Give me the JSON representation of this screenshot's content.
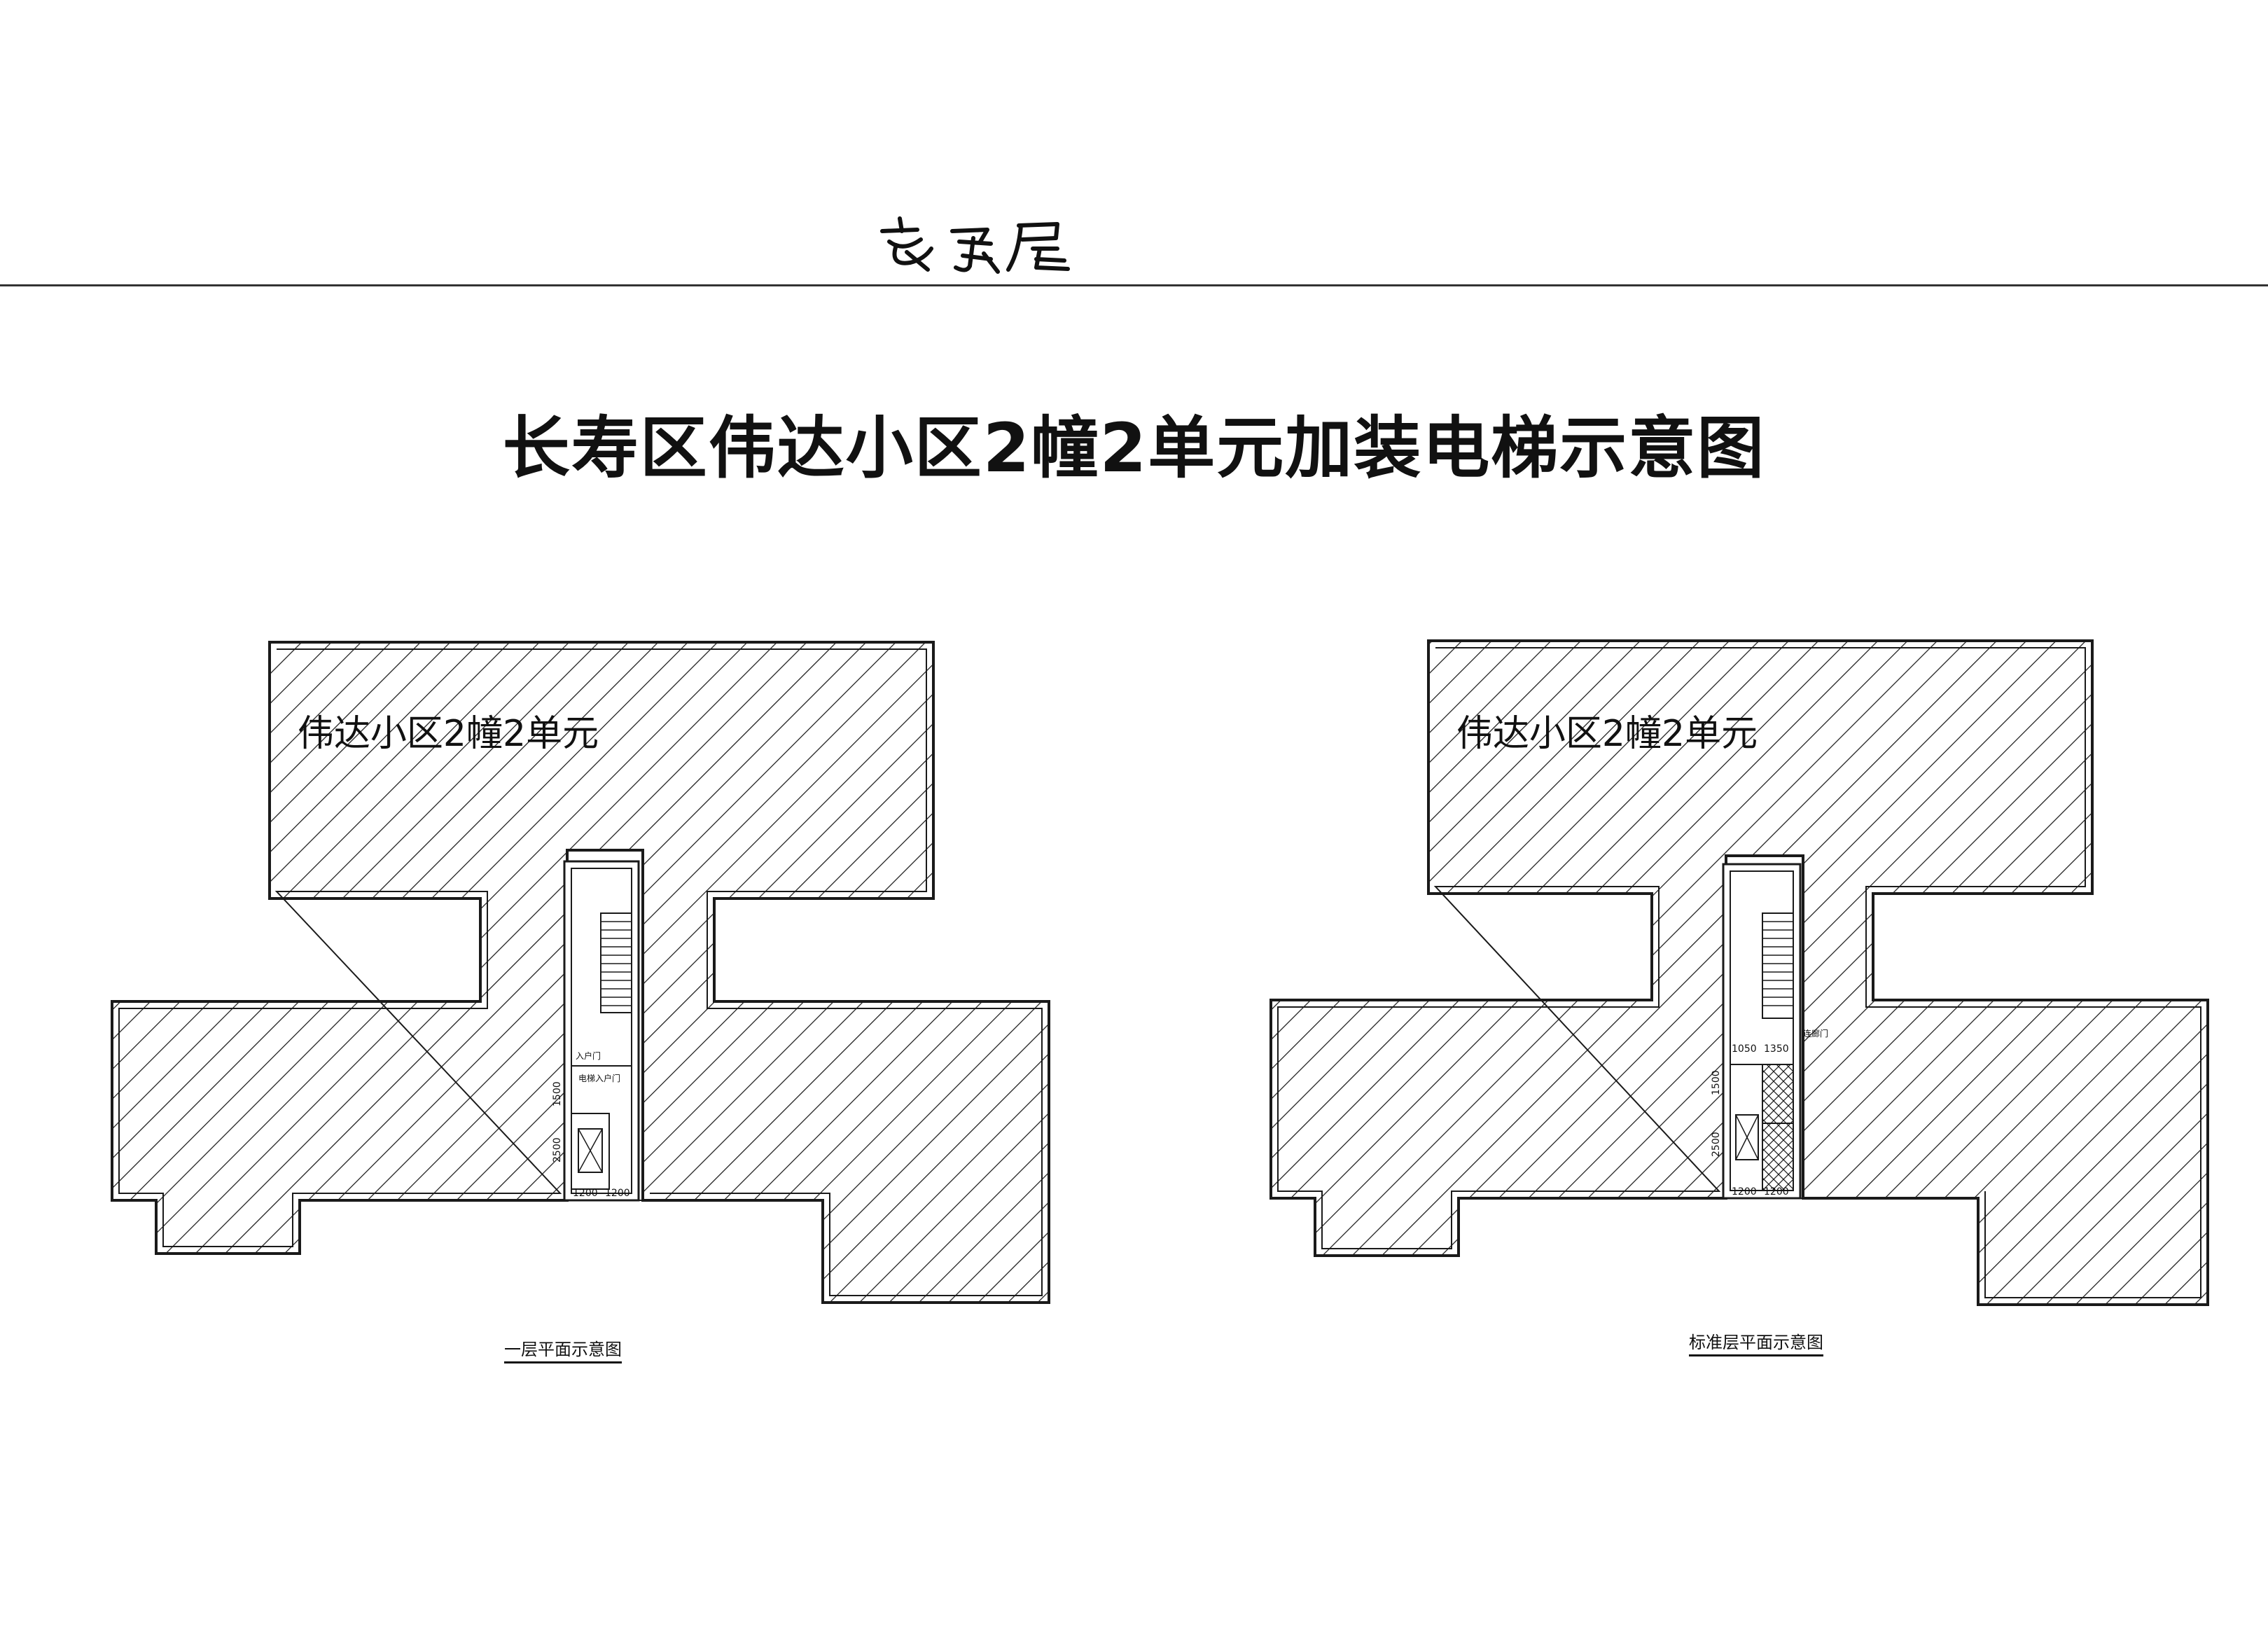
{
  "header": {
    "signature": "变更层",
    "title": "长寿区伟达小区2幢2单元加装电梯示意图"
  },
  "plans": [
    {
      "building_label": "伟达小区2幢2单元",
      "caption": "一层平面示意图",
      "entrance_label": "入户门",
      "entrance_label2": "电梯入户门",
      "dims": {
        "d1": "1200",
        "d2": "1200",
        "v1": "1500",
        "v2": "2500"
      }
    },
    {
      "building_label": "伟达小区2幢2单元",
      "caption": "标准层平面示意图",
      "corridor_label": "连廊门",
      "dims": {
        "d1": "1200",
        "d2": "1200",
        "v1": "1500",
        "v2": "2500",
        "t1": "1050",
        "t2": "1350"
      }
    }
  ],
  "colors": {
    "hatch": "#1a1a1a",
    "outline": "#1a1a1a",
    "background": "#ffffff"
  }
}
